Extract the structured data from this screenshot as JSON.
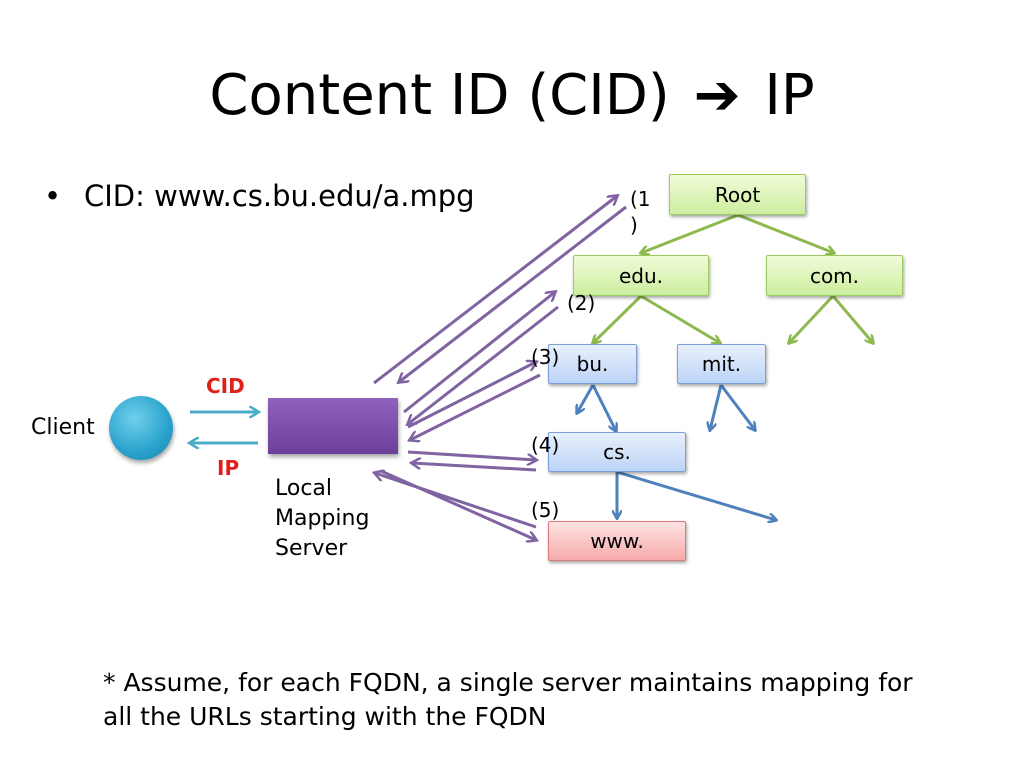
{
  "title": {
    "text_left": "Content ID (CID)",
    "arrow": "➔",
    "text_right": "IP"
  },
  "bullet": {
    "marker": "•",
    "text": "CID: www.cs.bu.edu/a.mpg"
  },
  "tree": {
    "root": "Root",
    "edu": "edu.",
    "com": "com.",
    "bu": "bu.",
    "mit": "mit.",
    "cs": "cs.",
    "www": "www."
  },
  "steps": {
    "s1": "(1\n)",
    "s2": "(2)",
    "s3": "(3)",
    "s4": "(4)",
    "s5": "(5)"
  },
  "client": {
    "label": "Client"
  },
  "server": {
    "label": "Local Mapping Server"
  },
  "flow": {
    "cid": "CID",
    "ip": "IP"
  },
  "note": "* Assume, for each FQDN, a single server maintains mapping for all the URLs starting with the FQDN",
  "colors": {
    "green_edge": "#8db94e",
    "blue_edge": "#4f81bd",
    "purple_arrow": "#8064a2",
    "teal_arrow": "#4bacc6",
    "red_text": "#e0201b"
  }
}
